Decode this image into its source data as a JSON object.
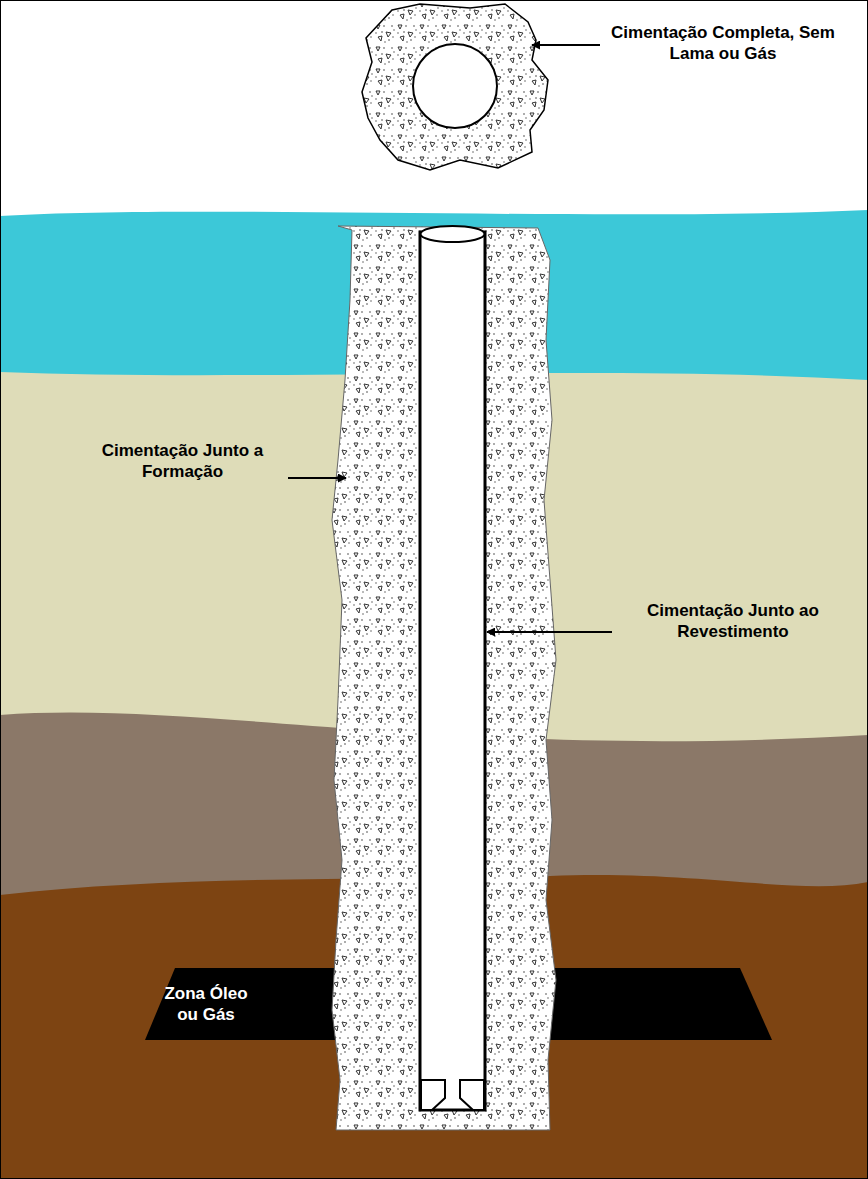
{
  "diagram": {
    "nodes": [
      {
        "text": [
          "Zona Óleo ou Gás"
        ]
      }
    ],
    "labels": [
      "Cimentação Completa, Sem Lama ou Gás",
      "Cimentação Junto a Formação",
      "Cimentação Junto ao Revestimento"
    ]
  }
}
